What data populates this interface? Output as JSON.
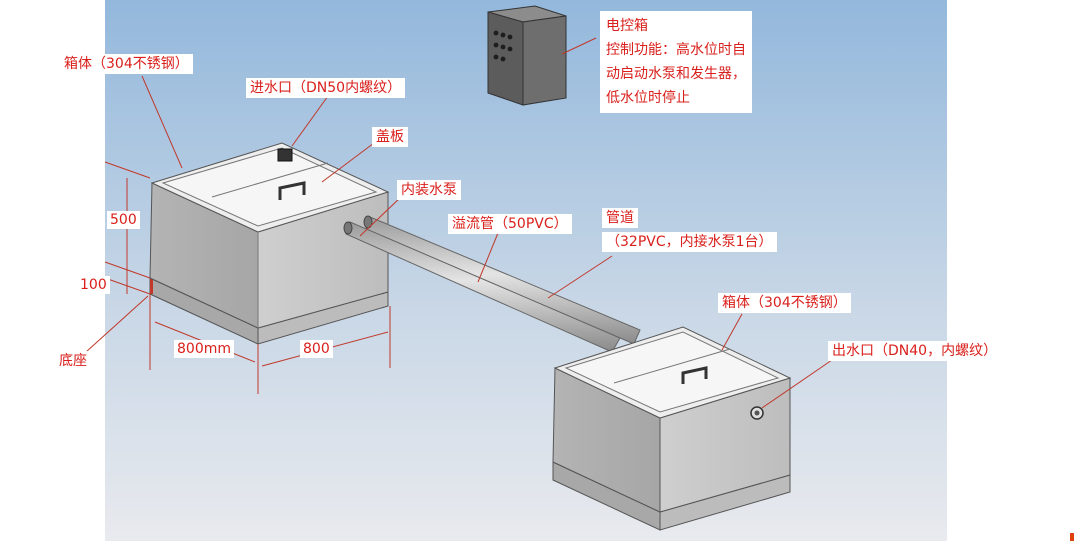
{
  "labels": {
    "tank_body_left": "箱体（304不锈钢）",
    "inlet": "进水口（DN50内螺纹）",
    "cover": "盖板",
    "pump_inside": "内装水泵",
    "overflow_pipe": "溢流管（50PVC）",
    "pipe_title": "管道",
    "pipe_detail": "（32PVC，内接水泵1台）",
    "tank_body_right": "箱体（304不锈钢）",
    "outlet": "出水口（DN40，内螺纹）",
    "base": "底座"
  },
  "control_box": {
    "title": "电控箱",
    "line1": "控制功能：高水位时自",
    "line2": "动启动水泵和发生器，",
    "line3": "低水位时停止"
  },
  "dimensions": {
    "height_box": "500",
    "height_base": "100",
    "width_depth": "800mm",
    "width_front": "800"
  },
  "colors": {
    "label_text": "#d9201c",
    "sky_top": "#95b9dc",
    "sky_bottom": "#e6e9ee",
    "steel": "#c9c9c9"
  }
}
